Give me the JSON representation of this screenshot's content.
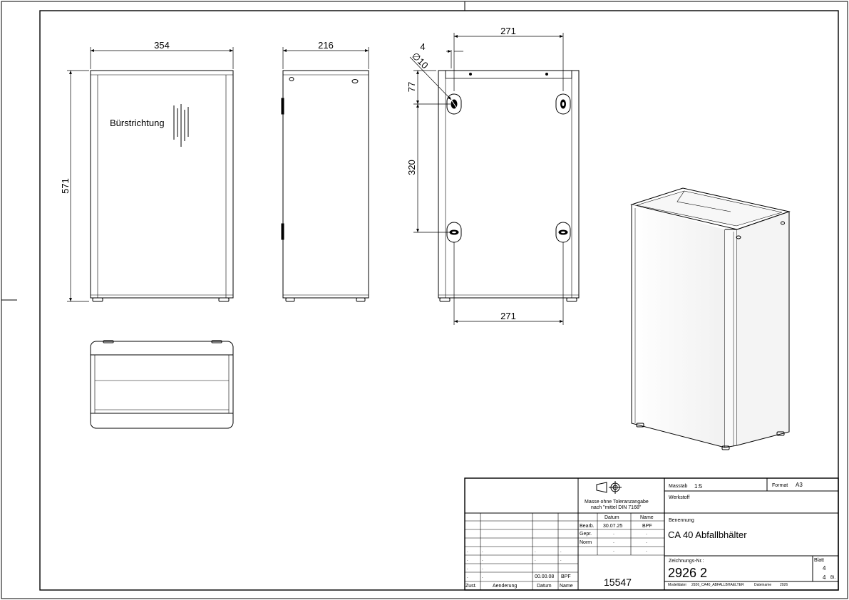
{
  "drawing": {
    "front_view": {
      "width": "354",
      "height": "571",
      "brush_label": "Bürstrichtung"
    },
    "side_view": {
      "depth": "216"
    },
    "back_view": {
      "offset": "4",
      "diameter": "∅10",
      "top_distance": "77",
      "hole_spacing_v": "320",
      "hole_spacing_top": "271",
      "hole_spacing_bottom": "271"
    }
  },
  "title_block": {
    "masstab_label": "Masstab",
    "masstab_value": "1:5",
    "format_label": "Format",
    "format_value": "A3",
    "werkstoff_label": "Werkstoff",
    "tolerance_note_1": "Masse ohne Toleranzangabe",
    "tolerance_note_2": "nach \"mittel DIN 7168\"",
    "col_datum": "Datum",
    "col_name": "Name",
    "bearb_label": "Bearb.",
    "bearb_date": "30.07.25",
    "bearb_name": "BPF",
    "gepr_label": "Gepr.",
    "norm_label": "Norm",
    "dot": ".",
    "benennung_label": "Benennung",
    "benennung_value": "CA 40 Abfallbhälter",
    "zeichnung_label": "Zeichnungs-Nr.:",
    "zeichnung_value": "2926 2",
    "blatt_label": "Blatt",
    "blatt_value": "4",
    "bl_total": "4",
    "bl_label": "Bl.",
    "number": "15547",
    "rev_date": "00.00.08",
    "rev_name": "BPF",
    "zust_label": "Zust.",
    "aenderung_label": "Aenderung",
    "rev_datum_label": "Datum",
    "rev_name_label": "Name",
    "modelldatei_label": "Modelldatei",
    "modelldatei_value": "2926_CA40_ABFALLBHAELTER",
    "dateiname_label": "Dateiname",
    "dateiname_value": "2926"
  }
}
